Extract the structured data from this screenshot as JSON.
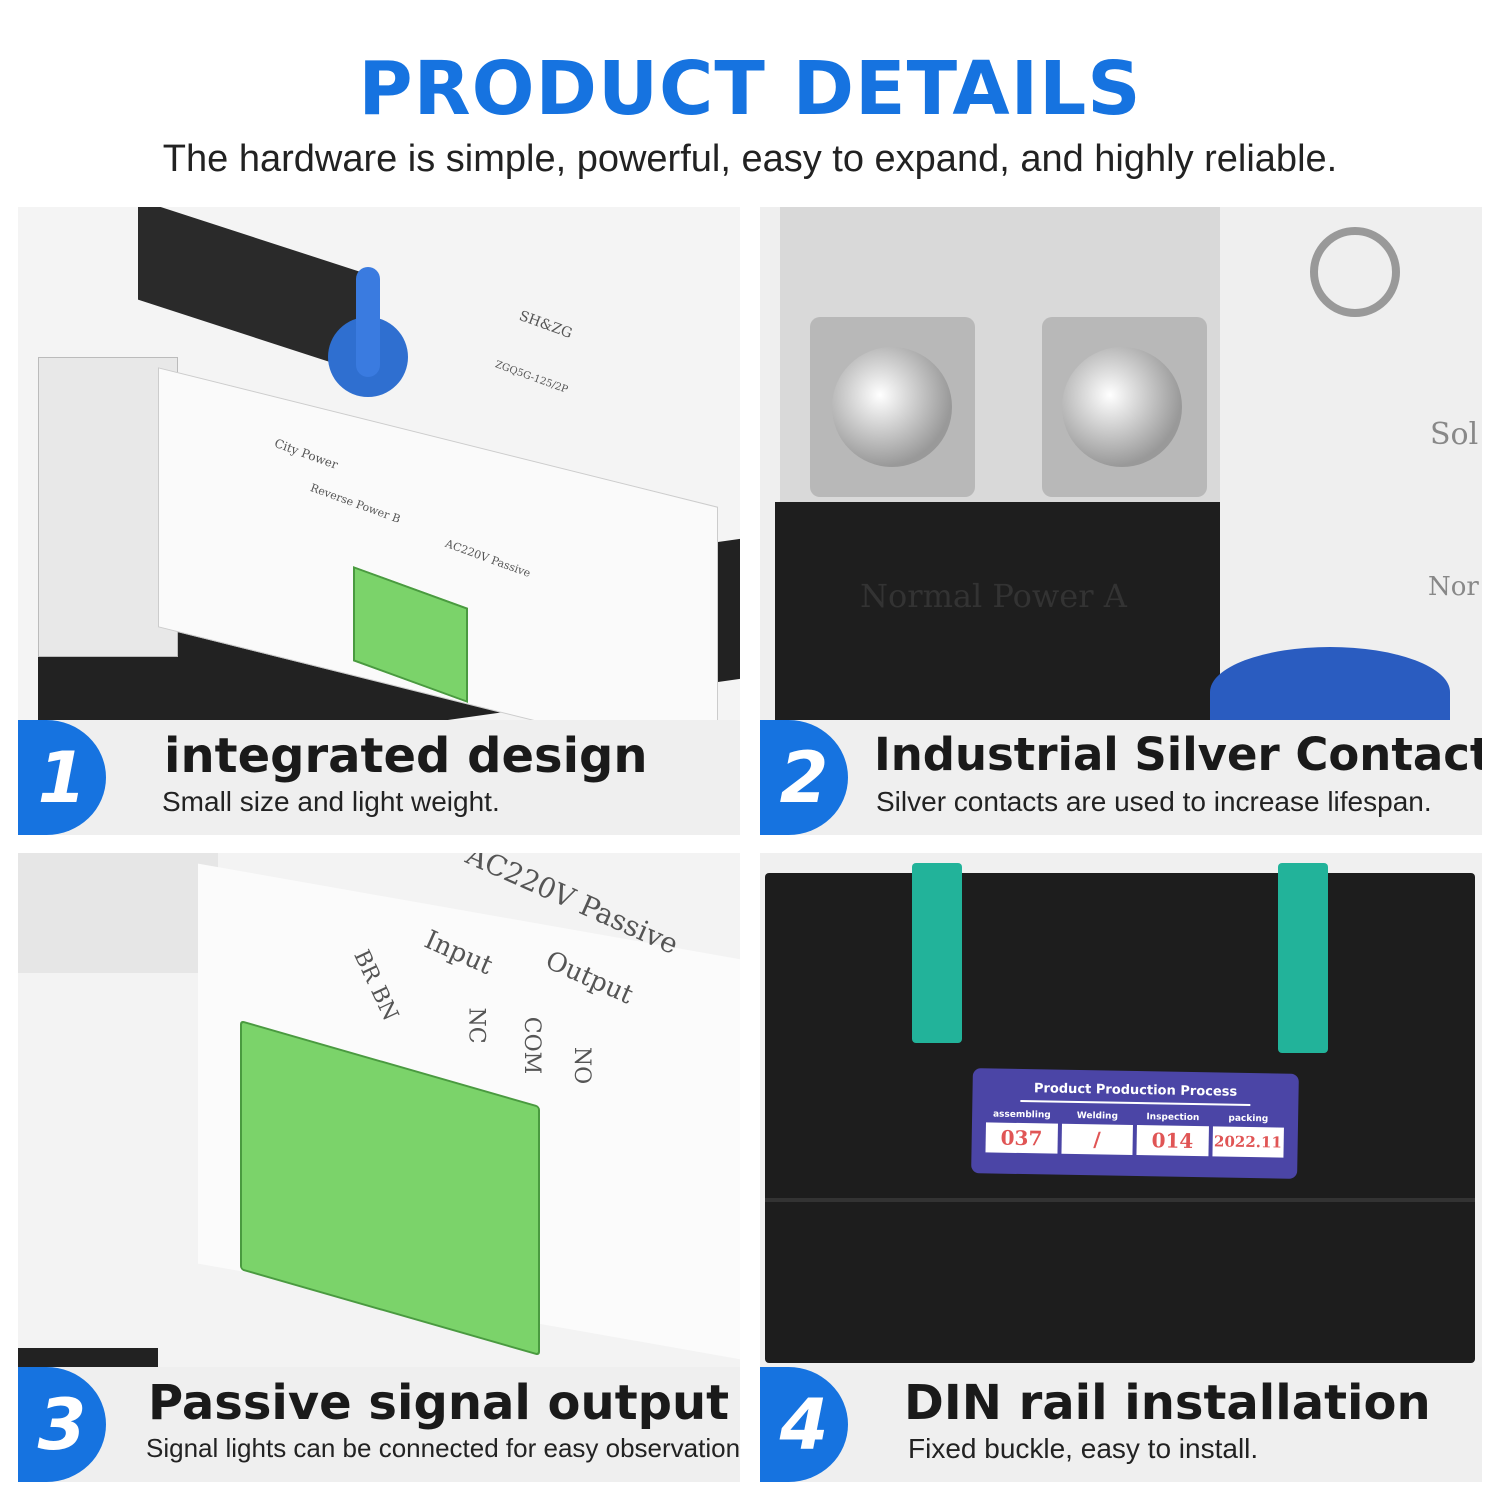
{
  "header": {
    "title": "PRODUCT DETAILS",
    "subtitle": "The hardware is simple, powerful, easy to expand, and highly reliable."
  },
  "accent_color": "#1673e0",
  "features": [
    {
      "number": "1",
      "title": "integrated design",
      "description": "Small size and light weight."
    },
    {
      "number": "2",
      "title": "Industrial Silver Contacts",
      "description": "Silver contacts are used to increase lifespan."
    },
    {
      "number": "3",
      "title": "Passive signal output",
      "description": "Signal lights can be connected for easy observation."
    },
    {
      "number": "4",
      "title": "DIN rail installation",
      "description": "Fixed buckle, easy to install."
    }
  ],
  "device_labels": {
    "brand": "SH&ZG",
    "model": "ZGQ5G-125/2P",
    "city_power": "City Power",
    "normal_power": "Normal Power A",
    "reverse_power": "Reverse Power B",
    "passive": "AC220V Passive",
    "input": "Input",
    "output": "Output",
    "terminals": [
      "BR BN",
      "NC",
      "COM",
      "NO"
    ],
    "solar": "Sol",
    "nor": "Nor"
  },
  "production_label": {
    "title": "Product Production Process",
    "steps": [
      {
        "name": "assembling",
        "stamp": "037"
      },
      {
        "name": "Welding",
        "stamp": "/"
      },
      {
        "name": "Inspection",
        "stamp": "014"
      },
      {
        "name": "packing",
        "stamp": "2022.11"
      }
    ]
  }
}
